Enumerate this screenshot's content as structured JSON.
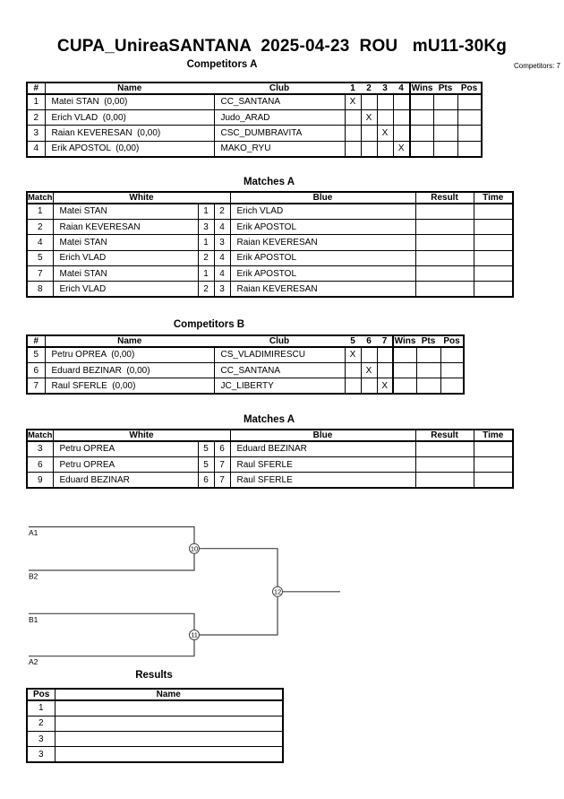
{
  "page": {
    "title": "CUPA_UnireaSANTANA  2025-04-23  ROU   mU11-30Kg",
    "competitors_count": "Competitors: 7"
  },
  "colors": {
    "table_border": "#000000",
    "bracket_line": "#444444",
    "background": "#ffffff"
  },
  "competitors_a": {
    "title": "Competitors A",
    "headers": {
      "num": "#",
      "name": "Name",
      "club": "Club",
      "cols": [
        "1",
        "2",
        "3",
        "4"
      ],
      "wins": "Wins",
      "pts": "Pts",
      "pos": "Pos"
    },
    "rows": [
      {
        "num": "1",
        "name": "Matei STAN  (0,00)",
        "club": "CC_SANTANA",
        "marks": [
          "X",
          "",
          "",
          ""
        ]
      },
      {
        "num": "2",
        "name": "Erich VLAD  (0,00)",
        "club": "Judo_ARAD",
        "marks": [
          "",
          "X",
          "",
          ""
        ]
      },
      {
        "num": "3",
        "name": "Raian KEVERESAN  (0,00)",
        "club": "CSC_DUMBRAVITA",
        "marks": [
          "",
          "",
          "X",
          ""
        ]
      },
      {
        "num": "4",
        "name": "Erik APOSTOL  (0,00)",
        "club": "MAKO_RYU",
        "marks": [
          "",
          "",
          "",
          "X"
        ]
      }
    ]
  },
  "matches_a": {
    "title": "Matches A",
    "headers": {
      "match": "Match",
      "white": "White",
      "blue": "Blue",
      "result": "Result",
      "time": "Time"
    },
    "rows": [
      {
        "match": "1",
        "white": "Matei STAN",
        "wnum": "1",
        "bnum": "2",
        "blue": "Erich VLAD",
        "result": "",
        "time": ""
      },
      {
        "match": "2",
        "white": "Raian KEVERESAN",
        "wnum": "3",
        "bnum": "4",
        "blue": "Erik APOSTOL",
        "result": "",
        "time": ""
      },
      {
        "match": "4",
        "white": "Matei STAN",
        "wnum": "1",
        "bnum": "3",
        "blue": "Raian KEVERESAN",
        "result": "",
        "time": ""
      },
      {
        "match": "5",
        "white": "Erich VLAD",
        "wnum": "2",
        "bnum": "4",
        "blue": "Erik APOSTOL",
        "result": "",
        "time": ""
      },
      {
        "match": "7",
        "white": "Matei STAN",
        "wnum": "1",
        "bnum": "4",
        "blue": "Erik APOSTOL",
        "result": "",
        "time": ""
      },
      {
        "match": "8",
        "white": "Erich VLAD",
        "wnum": "2",
        "bnum": "3",
        "blue": "Raian KEVERESAN",
        "result": "",
        "time": ""
      }
    ]
  },
  "competitors_b": {
    "title": "Competitors B",
    "headers": {
      "num": "#",
      "name": "Name",
      "club": "Club",
      "cols": [
        "5",
        "6",
        "7"
      ],
      "wins": "Wins",
      "pts": "Pts",
      "pos": "Pos"
    },
    "rows": [
      {
        "num": "5",
        "name": "Petru OPREA  (0,00)",
        "club": "CS_VLADIMIRESCU",
        "marks": [
          "X",
          "",
          ""
        ]
      },
      {
        "num": "6",
        "name": "Eduard BEZINAR  (0,00)",
        "club": "CC_SANTANA",
        "marks": [
          "",
          "X",
          ""
        ]
      },
      {
        "num": "7",
        "name": "Raul SFERLE  (0,00)",
        "club": "JC_LIBERTY",
        "marks": [
          "",
          "",
          "X"
        ]
      }
    ]
  },
  "matches_b": {
    "title": "Matches A",
    "headers": {
      "match": "Match",
      "white": "White",
      "blue": "Blue",
      "result": "Result",
      "time": "Time"
    },
    "rows": [
      {
        "match": "3",
        "white": "Petru OPREA",
        "wnum": "5",
        "bnum": "6",
        "blue": "Eduard BEZINAR",
        "result": "",
        "time": ""
      },
      {
        "match": "6",
        "white": "Petru OPREA",
        "wnum": "5",
        "bnum": "7",
        "blue": "Raul SFERLE",
        "result": "",
        "time": ""
      },
      {
        "match": "9",
        "white": "Eduard BEZINAR",
        "wnum": "6",
        "bnum": "7",
        "blue": "Raul SFERLE",
        "result": "",
        "time": ""
      }
    ]
  },
  "bracket": {
    "slots": [
      "A1",
      "B2",
      "B1",
      "A2"
    ],
    "nodes": [
      "10",
      "11",
      "12"
    ]
  },
  "results": {
    "title": "Results",
    "headers": {
      "pos": "Pos",
      "name": "Name"
    },
    "rows": [
      {
        "pos": "1",
        "name": ""
      },
      {
        "pos": "2",
        "name": ""
      },
      {
        "pos": "3",
        "name": ""
      },
      {
        "pos": "3",
        "name": ""
      }
    ]
  }
}
